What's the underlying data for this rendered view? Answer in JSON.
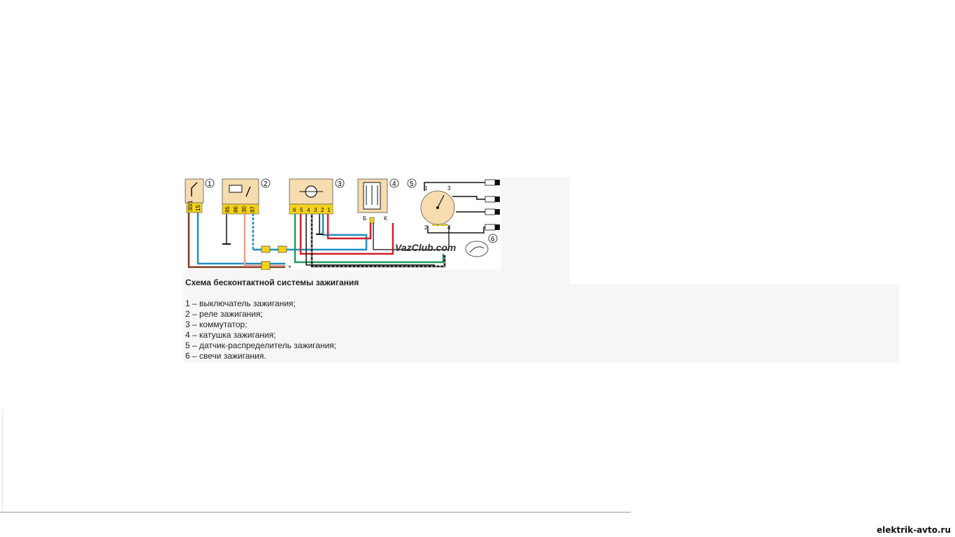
{
  "diagram": {
    "component_numbers": [
      "1",
      "2",
      "3",
      "4",
      "5",
      "6"
    ],
    "switch_pins": [
      "30/1",
      "15"
    ],
    "relay_pins": [
      "85",
      "86",
      "30",
      "87"
    ],
    "commutator_pins": [
      "6",
      "5",
      "4",
      "3",
      "2",
      "1"
    ],
    "coil_terminals": [
      "Б",
      "К"
    ],
    "distributor_terminals": [
      "1",
      "3",
      "2",
      "4"
    ],
    "plus_label": "+",
    "watermark_logo": "VazClub.com",
    "colors": {
      "blue": "#1e8fc0",
      "red": "#d0202a",
      "brown": "#7a3a1a",
      "green": "#1f9a5e",
      "pink": "#f2a08e",
      "black": "#111111",
      "component_fill": "#f6dcae",
      "connector_yellow": "#f5d21a"
    }
  },
  "caption": {
    "title": "Схема бесконтактной системы зажигания",
    "items": [
      "1 – выключатель зажигания;",
      "2 – реле зажигания;",
      "3 – коммутатор;",
      "4 – катушка зажигания;",
      "5 – датчик-распределитель зажигания;",
      "6 – свечи зажигания."
    ]
  },
  "site_watermark": "elektrik-avto.ru"
}
